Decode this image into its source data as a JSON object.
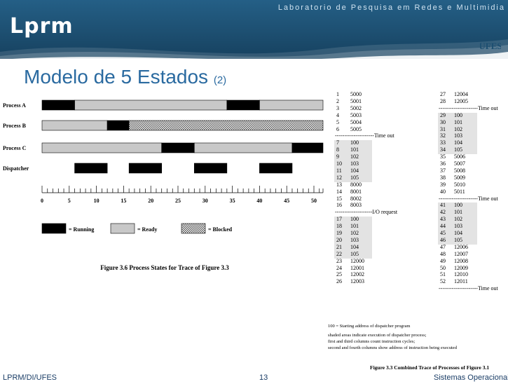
{
  "header": {
    "logo_text": "Lprm",
    "lab_name": "Laboratorio de Pesquisa em Redes e Multimidia",
    "ufes_logo_text": "UFES"
  },
  "slide": {
    "title": "Modelo de 5 Estados",
    "title_suffix": "(2)"
  },
  "footer": {
    "left": "LPRM/DI/UFES",
    "page": "13",
    "right": "Sistemas Operacionais"
  },
  "figure36": {
    "processes": [
      "Process A",
      "Process B",
      "Process C"
    ],
    "dispatcher_label": "Dispatcher",
    "axis_ticks": [
      "0",
      "5",
      "10",
      "15",
      "20",
      "25",
      "30",
      "35",
      "40",
      "45",
      "50"
    ],
    "legend": [
      "= Running",
      "= Ready",
      "= Blocked"
    ],
    "caption": "Figure 3.6   Process States for Trace of Figure 3.3",
    "colors": {
      "running": "#000000",
      "ready": "#c8c8c8",
      "blocked": "#888888"
    }
  },
  "chart_data": {
    "type": "gantt",
    "xlim": [
      0,
      50
    ],
    "tracks": [
      {
        "name": "Process A",
        "segments": [
          {
            "state": "running",
            "start": 0,
            "end": 6
          },
          {
            "state": "ready",
            "start": 6,
            "end": 34
          },
          {
            "state": "running",
            "start": 34,
            "end": 40
          },
          {
            "state": "ready",
            "start": 40,
            "end": 52
          }
        ]
      },
      {
        "name": "Process B",
        "segments": [
          {
            "state": "ready",
            "start": 0,
            "end": 12
          },
          {
            "state": "running",
            "start": 12,
            "end": 16
          },
          {
            "state": "blocked",
            "start": 16,
            "end": 52
          }
        ]
      },
      {
        "name": "Process C",
        "segments": [
          {
            "state": "ready",
            "start": 0,
            "end": 22
          },
          {
            "state": "running",
            "start": 22,
            "end": 28
          },
          {
            "state": "ready",
            "start": 28,
            "end": 46
          },
          {
            "state": "running",
            "start": 46,
            "end": 52
          }
        ]
      },
      {
        "name": "Dispatcher",
        "segments": [
          {
            "state": "running",
            "start": 6,
            "end": 12
          },
          {
            "state": "running",
            "start": 16,
            "end": 22
          },
          {
            "state": "running",
            "start": 28,
            "end": 34
          },
          {
            "state": "running",
            "start": 40,
            "end": 46
          }
        ]
      }
    ]
  },
  "figure33": {
    "col1": [
      {
        "n": "1",
        "a": "5000"
      },
      {
        "n": "2",
        "a": "5001"
      },
      {
        "n": "3",
        "a": "5002"
      },
      {
        "n": "4",
        "a": "5003"
      },
      {
        "n": "5",
        "a": "5004"
      },
      {
        "n": "6",
        "a": "5005"
      },
      {
        "sep": "---------------------Time out"
      },
      {
        "n": "7",
        "a": "100",
        "s": true
      },
      {
        "n": "8",
        "a": "101",
        "s": true
      },
      {
        "n": "9",
        "a": "102",
        "s": true
      },
      {
        "n": "10",
        "a": "103",
        "s": true
      },
      {
        "n": "11",
        "a": "104",
        "s": true
      },
      {
        "n": "12",
        "a": "105",
        "s": true
      },
      {
        "n": "13",
        "a": "8000"
      },
      {
        "n": "14",
        "a": "8001"
      },
      {
        "n": "15",
        "a": "8002"
      },
      {
        "n": "16",
        "a": "8003"
      },
      {
        "sep": "--------------------I/O request"
      },
      {
        "n": "17",
        "a": "100",
        "s": true
      },
      {
        "n": "18",
        "a": "101",
        "s": true
      },
      {
        "n": "19",
        "a": "102",
        "s": true
      },
      {
        "n": "20",
        "a": "103",
        "s": true
      },
      {
        "n": "21",
        "a": "104",
        "s": true
      },
      {
        "n": "22",
        "a": "105",
        "s": true
      },
      {
        "n": "23",
        "a": "12000"
      },
      {
        "n": "24",
        "a": "12001"
      },
      {
        "n": "25",
        "a": "12002"
      },
      {
        "n": "26",
        "a": "12003"
      }
    ],
    "col2": [
      {
        "n": "27",
        "a": "12004"
      },
      {
        "n": "28",
        "a": "12005"
      },
      {
        "sep": "---------------------Time out"
      },
      {
        "n": "29",
        "a": "100",
        "s": true
      },
      {
        "n": "30",
        "a": "101",
        "s": true
      },
      {
        "n": "31",
        "a": "102",
        "s": true
      },
      {
        "n": "32",
        "a": "103",
        "s": true
      },
      {
        "n": "33",
        "a": "104",
        "s": true
      },
      {
        "n": "34",
        "a": "105",
        "s": true
      },
      {
        "n": "35",
        "a": "5006"
      },
      {
        "n": "36",
        "a": "5007"
      },
      {
        "n": "37",
        "a": "5008"
      },
      {
        "n": "38",
        "a": "5009"
      },
      {
        "n": "39",
        "a": "5010"
      },
      {
        "n": "40",
        "a": "5011"
      },
      {
        "sep": "---------------------Time out"
      },
      {
        "n": "41",
        "a": "100",
        "s": true
      },
      {
        "n": "42",
        "a": "101",
        "s": true
      },
      {
        "n": "43",
        "a": "102",
        "s": true
      },
      {
        "n": "44",
        "a": "103",
        "s": true
      },
      {
        "n": "45",
        "a": "104",
        "s": true
      },
      {
        "n": "46",
        "a": "105",
        "s": true
      },
      {
        "n": "47",
        "a": "12006"
      },
      {
        "n": "48",
        "a": "12007"
      },
      {
        "n": "49",
        "a": "12008"
      },
      {
        "n": "50",
        "a": "12009"
      },
      {
        "n": "51",
        "a": "12010"
      },
      {
        "n": "52",
        "a": "12011"
      },
      {
        "sep": "---------------------Time out"
      }
    ],
    "note1": "100 = Starting address of dispatcher program",
    "note2": "shaded areas indicate execution of dispatcher process;",
    "note3": "first and third columns count instruction cycles;",
    "note4": "second and fourth columns show address of instruction being executed",
    "caption": "Figure 3.3  Combined Trace of Processes of Figure 3.1"
  }
}
